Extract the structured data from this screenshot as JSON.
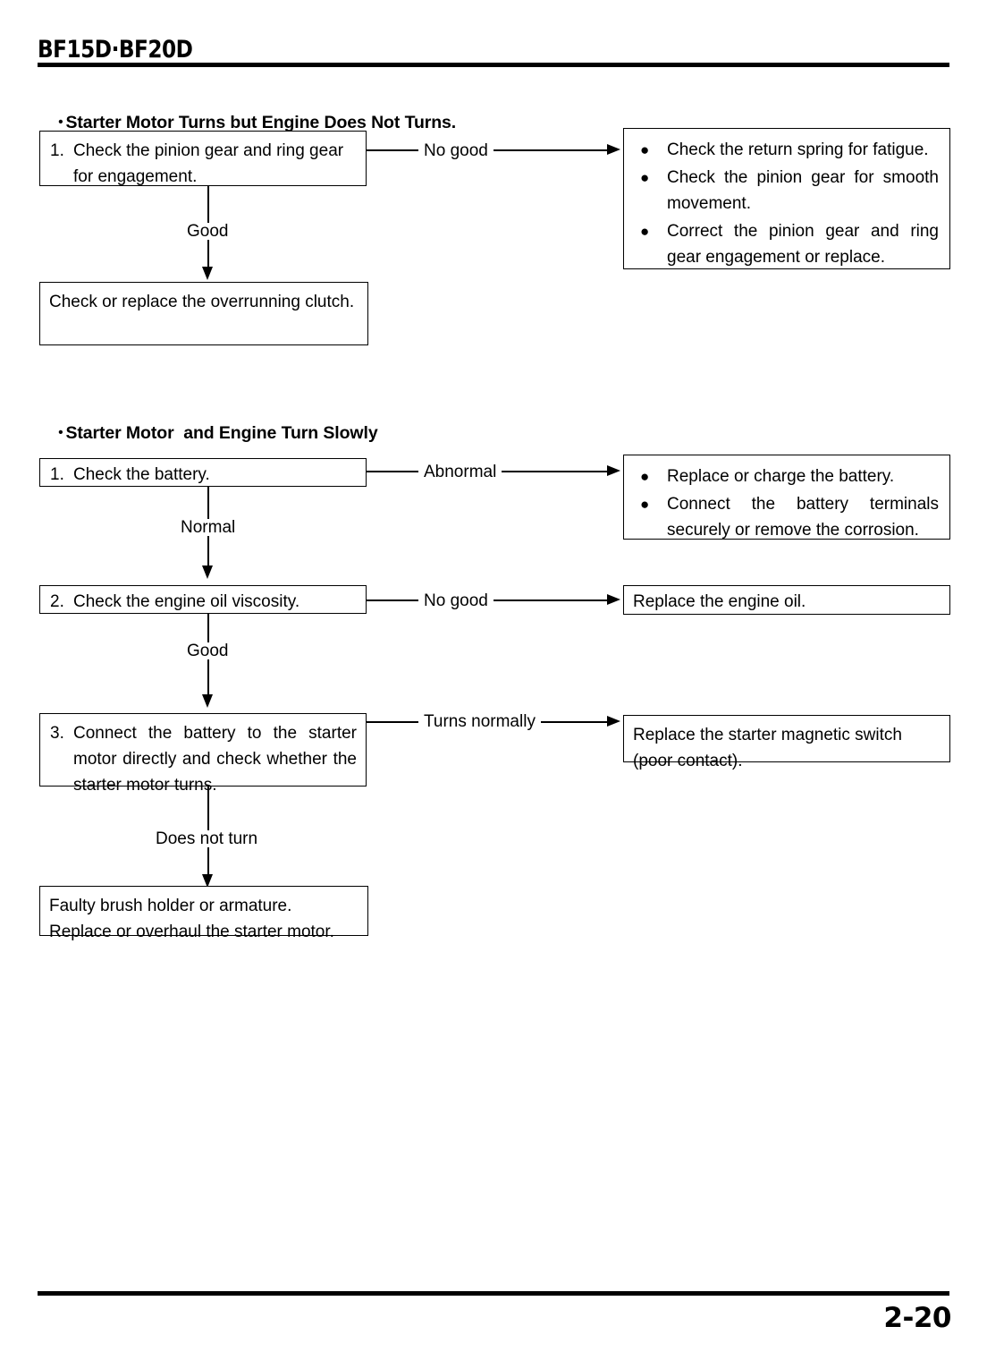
{
  "header": {
    "model_title": "BF15D·BF20D"
  },
  "footer": {
    "page_number": "2-20"
  },
  "sections": [
    {
      "bullet": "•",
      "heading": "Starter Motor Turns but Engine Does Not Turns.",
      "step1": {
        "number": "1.",
        "text": "Check the pinion gear and ring gear for engagement."
      },
      "branch_label": "No good",
      "result_bullets": [
        "Check the return spring for fatigue.",
        "Check the pinion gear for smooth movement.",
        "Correct the pinion gear and ring gear engagement or replace."
      ],
      "down_label": "Good",
      "final_box": "Check or replace the overrunning clutch."
    },
    {
      "bullet": "•",
      "heading": "Starter Motor  and Engine Turn Slowly",
      "step1": {
        "number": "1.",
        "text": "Check the battery."
      },
      "branch1_label": "Abnormal",
      "result1_bullets": [
        "Replace or charge the battery.",
        "Connect the battery terminals securely or remove the corrosion."
      ],
      "down1_label": "Normal",
      "step2": {
        "number": "2.",
        "text": "Check the engine oil viscosity."
      },
      "branch2_label": "No good",
      "result2_box": "Replace the engine oil.",
      "down2_label": "Good",
      "step3": {
        "number": "3.",
        "text": "Connect the battery to the starter motor directly and check whether the starter motor turns."
      },
      "branch3_label": "Turns normally",
      "result3_box_line1": "Replace the starter magnetic switch",
      "result3_box_line2": "(poor contact).",
      "down3_label": "Does not turn",
      "final_box_line1": "Faulty brush holder or armature.",
      "final_box_line2": "Replace or overhaul the starter motor."
    }
  ],
  "icons": {
    "list_bullet": "●",
    "heading_bullet": "•"
  }
}
